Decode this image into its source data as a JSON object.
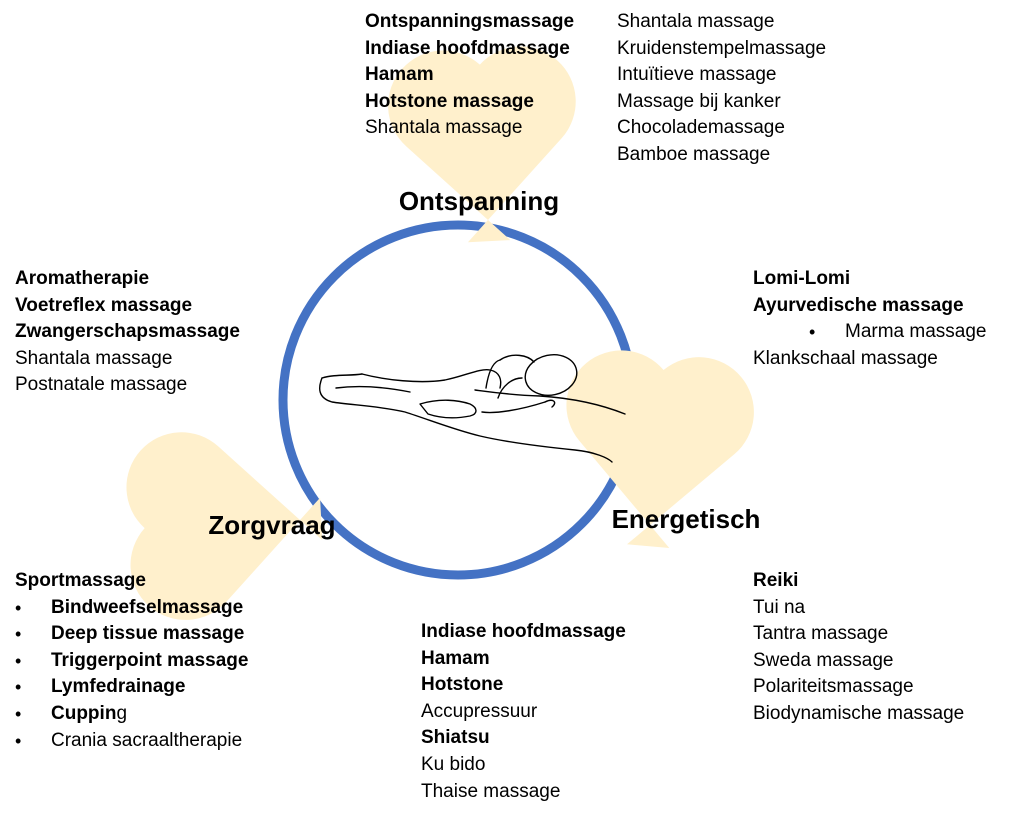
{
  "colors": {
    "circle": "#4472C4",
    "heart_fill": "#FFF0CC",
    "line": "#000000"
  },
  "icon": "massage-person-on-hand-line-drawing",
  "categories": {
    "ontspanning": "Ontspanning",
    "energetisch": "Energetisch",
    "zorgvraag": "Zorgvraag"
  },
  "lists": {
    "top_left": [
      {
        "text": "Ontspanningsmassage",
        "bold": true
      },
      {
        "text": "Indiase hoofdmassage",
        "bold": true
      },
      {
        "text": "Hamam",
        "bold": true
      },
      {
        "text": "Hotstone massage",
        "bold": true
      },
      {
        "text": "Shantala massage",
        "bold": false
      }
    ],
    "top_right": [
      {
        "text": "Shantala massage",
        "bold": false
      },
      {
        "text": "Kruidenstempelmassage",
        "bold": false
      },
      {
        "text": "Intuïtieve massage",
        "bold": false
      },
      {
        "text": "Massage bij kanker",
        "bold": false
      },
      {
        "text": "Chocolademassage",
        "bold": false
      },
      {
        "text": "Bamboe massage",
        "bold": false
      }
    ],
    "left": [
      {
        "text": "Aromatherapie",
        "bold": true
      },
      {
        "text": "Voetreflex massage",
        "bold": true
      },
      {
        "text": "Zwangerschapsmassage",
        "bold": true
      },
      {
        "text": "Shantala massage",
        "bold": false
      },
      {
        "text": "Postnatale massage",
        "bold": false
      }
    ],
    "right": [
      {
        "text": "Lomi-Lomi",
        "bold": true
      },
      {
        "text": "Ayurvedische massage",
        "bold": true
      },
      {
        "text": "Marma massage",
        "bold": false,
        "bullet": true
      },
      {
        "text": "Klankschaal massage",
        "bold": false
      }
    ],
    "bottom_left": [
      {
        "text": "Sportmassage",
        "bold": true
      },
      {
        "text": "Bindweefselmassage",
        "bold": true,
        "bullet": true
      },
      {
        "text": "Deep tissue massage",
        "bold": true,
        "bullet": true
      },
      {
        "text": "Triggerpoint massage",
        "bold": true,
        "bullet": true
      },
      {
        "text": "Lymfedrainage",
        "bold": true,
        "bullet": true
      },
      {
        "text": "Cuppin",
        "suffix": "g",
        "bold": true,
        "bullet": true
      },
      {
        "text": "Crania sacraaltherapie",
        "bold": false,
        "bullet": true
      }
    ],
    "bottom_center": [
      {
        "text": "Indiase hoofdmassage",
        "bold": true
      },
      {
        "text": "Hamam",
        "bold": true
      },
      {
        "text": "Hotstone",
        "bold": true
      },
      {
        "text": "Accupressuur",
        "bold": false
      },
      {
        "text": "Shiatsu",
        "bold": true
      },
      {
        "text": "Ku bido",
        "bold": false
      },
      {
        "text": "Thaise massage",
        "bold": false
      }
    ],
    "bottom_right": [
      {
        "text": "Reiki",
        "bold": true
      },
      {
        "text": "Tui na",
        "bold": false
      },
      {
        "text": "Tantra massage",
        "bold": false
      },
      {
        "text": "Sweda massage",
        "bold": false
      },
      {
        "text": "Polariteitsmassage",
        "bold": false
      },
      {
        "text": "Biodynamische massage",
        "bold": false
      }
    ]
  }
}
